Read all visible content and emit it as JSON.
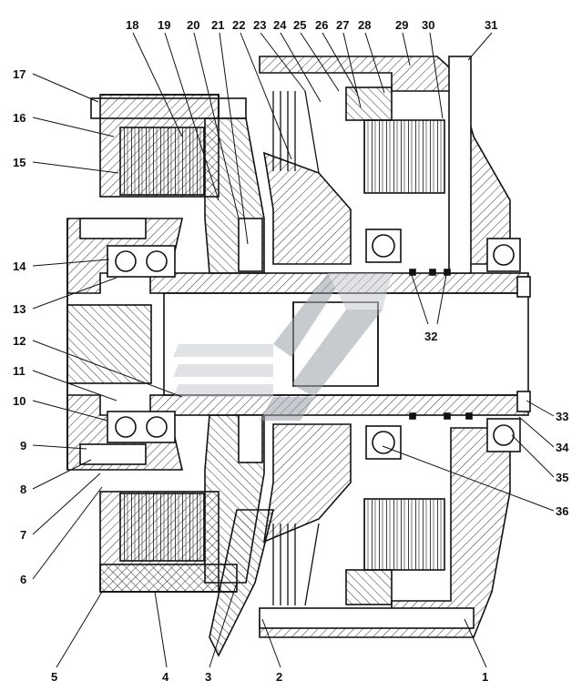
{
  "diagram": {
    "labels_top": [
      "18",
      "19",
      "20",
      "21",
      "22",
      "23",
      "24",
      "25",
      "26",
      "27",
      "28",
      "29",
      "30",
      "31"
    ],
    "labels_left": [
      "17",
      "16",
      "15",
      "14",
      "13",
      "12",
      "11",
      "10",
      "9",
      "8",
      "7",
      "6"
    ],
    "labels_bottom": [
      "5",
      "4",
      "3",
      "2",
      "1"
    ],
    "labels_right": [
      "32",
      "33",
      "34",
      "35",
      "36"
    ]
  },
  "colors": {
    "line": "#111111",
    "hatch": "#333333",
    "background": "#ffffff",
    "watermark_light": "#c9ccd1",
    "watermark_dark": "#9aa0a8"
  }
}
